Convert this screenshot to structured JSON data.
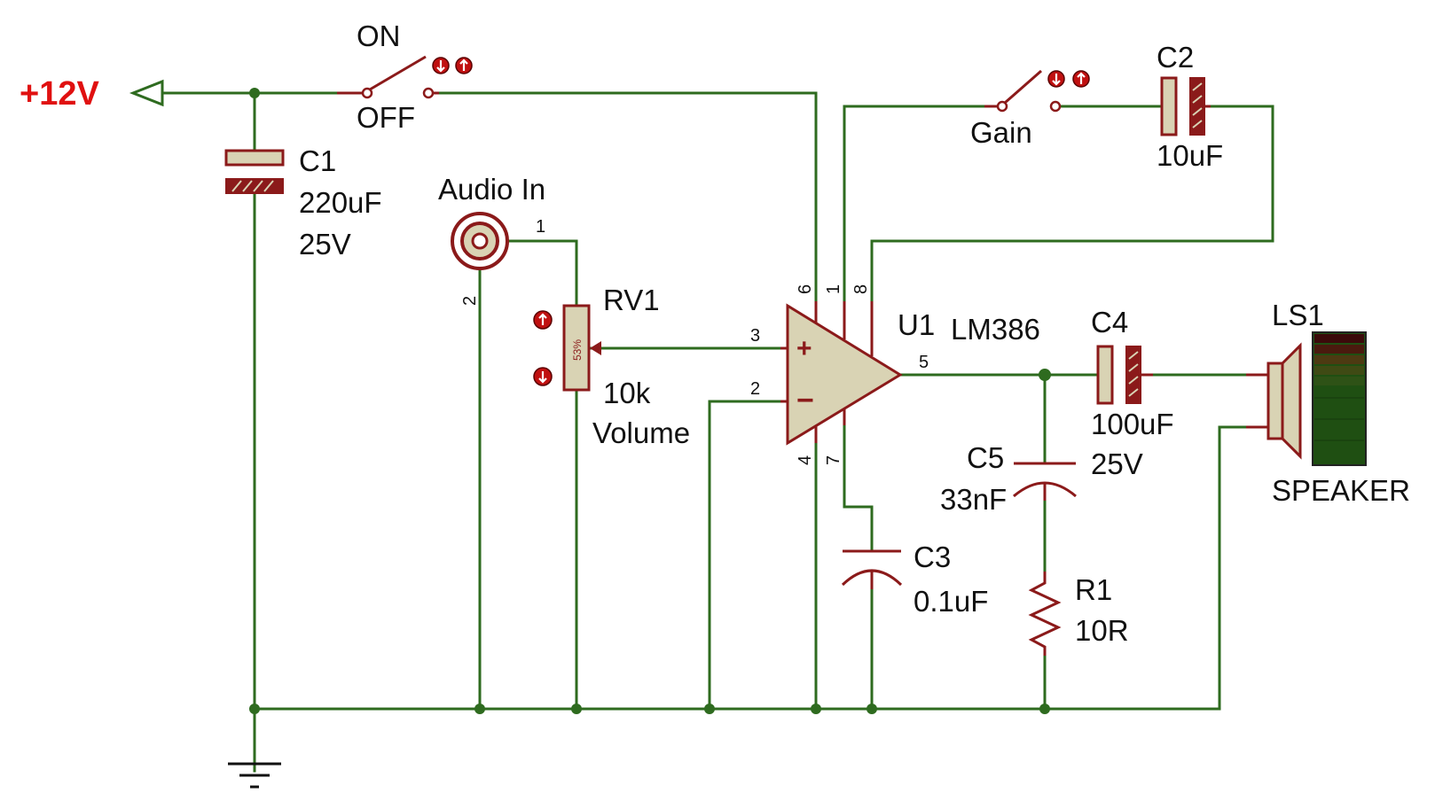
{
  "power": {
    "label": "+12V"
  },
  "switch_power": {
    "on_label": "ON",
    "off_label": "OFF"
  },
  "switch_gain": {
    "label": "Gain"
  },
  "c1": {
    "ref": "C1",
    "value": "220uF",
    "voltage": "25V"
  },
  "c2": {
    "ref": "C2",
    "value": "10uF"
  },
  "c3": {
    "ref": "C3",
    "value": "0.1uF"
  },
  "c4": {
    "ref": "C4",
    "value": "100uF",
    "voltage": "25V"
  },
  "c5": {
    "ref": "C5",
    "value": "33nF"
  },
  "r1": {
    "ref": "R1",
    "value": "10R"
  },
  "rv1": {
    "ref": "RV1",
    "value": "10k",
    "name": "Volume",
    "percent": "53%"
  },
  "audio_in": {
    "label": "Audio In",
    "pin1": "1",
    "pin2": "2"
  },
  "u1": {
    "ref": "U1",
    "part": "LM386",
    "pins": {
      "p1": "1",
      "p2": "2",
      "p3": "3",
      "p4": "4",
      "p5": "5",
      "p6": "6",
      "p7": "7",
      "p8": "8"
    },
    "plus": "+",
    "minus": "−"
  },
  "ls1": {
    "ref": "LS1",
    "name": "SPEAKER"
  },
  "colors": {
    "wire": "#2e6b1f",
    "part": "#8b1a1a",
    "body_fill": "#d9d3b4",
    "power_label": "#e01010"
  }
}
